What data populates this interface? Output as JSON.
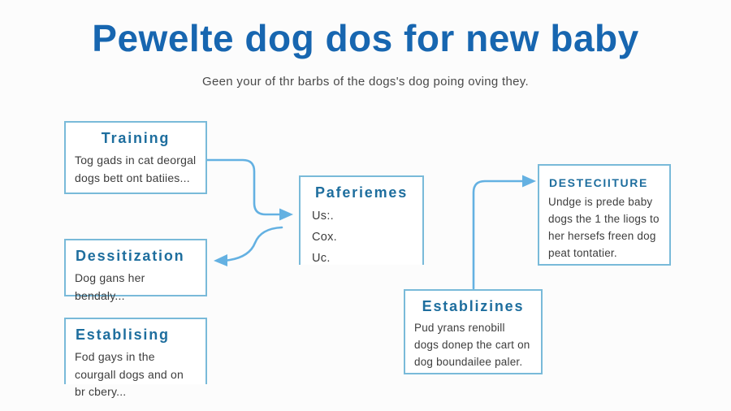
{
  "page": {
    "title": "Pewelte dog dos for new baby",
    "subtitle": "Geen your of thr barbs of the dogs's dog poing oving they."
  },
  "colors": {
    "title": "#1766b0",
    "subtitle": "#4a4a4a",
    "heading": "#1e6e9e",
    "border": "#79bad9",
    "arrow": "#64b1e2",
    "body": "#3d3d3d",
    "background": "#fcfcfc"
  },
  "boxes": {
    "training": {
      "heading": "Training",
      "body": "Tog gads in cat deorgal dogs bett ont batiies..."
    },
    "desensitization": {
      "heading": "Dessitization",
      "body": "Dog gans her bendaly..."
    },
    "establishing": {
      "heading": "Establising",
      "body": "Fod gays in the courgall dogs and on br cbery..."
    },
    "preferences": {
      "heading": "Paferiemes",
      "items": [
        "Us:.",
        "Cox.",
        "Uc."
      ]
    },
    "destructure": {
      "heading": "DESTECIITURE",
      "body": "Undge is prede baby dogs the 1 the liogs to her hersefs freen dog peat tontatier."
    },
    "establizines": {
      "heading": "Establizines",
      "body": "Pud yrans renobill dogs donep the cart on dog boundailee paler."
    }
  }
}
